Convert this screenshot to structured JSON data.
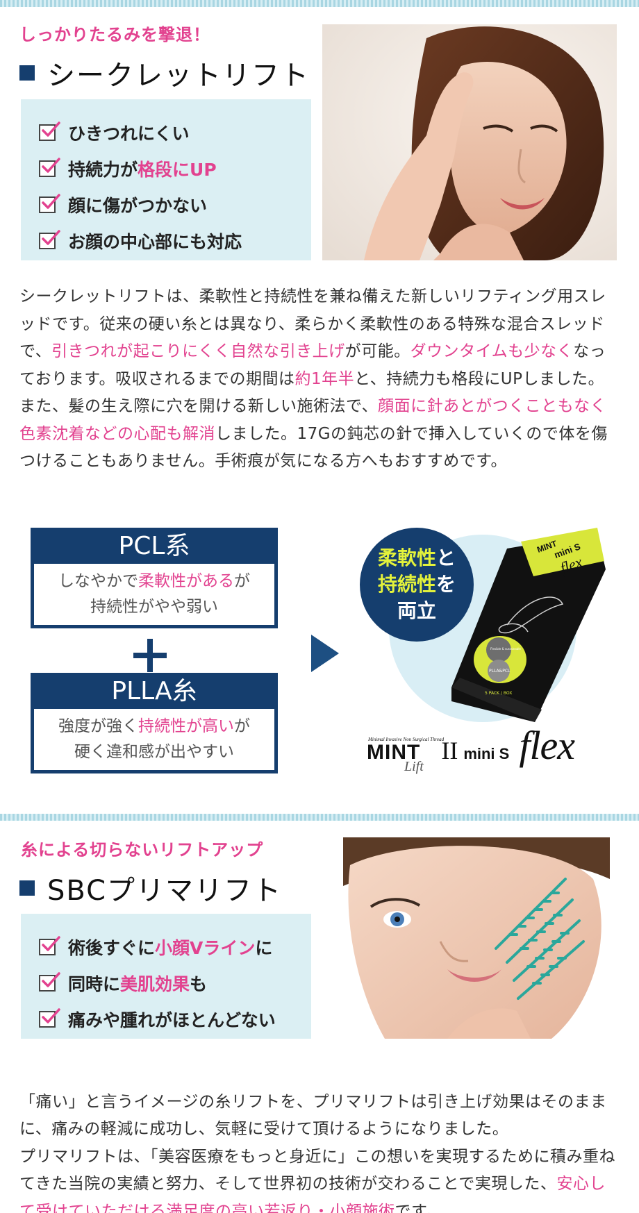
{
  "section1": {
    "kicker": "しっかりたるみを撃退！",
    "title": "シークレットリフト",
    "checks": [
      {
        "parts": [
          "ひきつれにくい",
          "",
          ""
        ]
      },
      {
        "parts": [
          "持続力が",
          "格段にUP",
          ""
        ]
      },
      {
        "parts": [
          "顔に傷がつかない",
          "",
          ""
        ]
      },
      {
        "parts": [
          "お顔の中心部にも対応",
          "",
          ""
        ]
      }
    ],
    "paragraph": [
      {
        "t": "シークレットリフトは、柔軟性と持続性を兼ね備えた新しいリフティング用スレッドです。従来の硬い糸とは異なり、柔らかく柔軟性のある特殊な混合スレッドで、",
        "h": false
      },
      {
        "t": "引きつれが起こりにくく自然な引き上げ",
        "h": true
      },
      {
        "t": "が可能。",
        "h": false
      },
      {
        "t": "ダウンタイムも少なく",
        "h": true
      },
      {
        "t": "なっております。吸収されるまでの期間は",
        "h": false
      },
      {
        "t": "約1年半",
        "h": true
      },
      {
        "t": "と、持続力も格段にUPしました。また、髪の生え際に穴を開ける新しい施術法で、",
        "h": false
      },
      {
        "t": "顔面に針あとがつくこともなく色素沈着などの心配も解消",
        "h": true
      },
      {
        "t": "しました。17Gの鈍芯の針で挿入していくので体を傷つけることもありません。手術痕が気になる方へもおすすめです。",
        "h": false
      }
    ]
  },
  "comparison": {
    "pcl": {
      "title": "PCL系",
      "line1": [
        "しなやかで",
        "柔軟性がある",
        "が"
      ],
      "line2": "持続性がやや弱い"
    },
    "plla": {
      "title": "PLLA糸",
      "line1": [
        "強度が強く",
        "持続性が高い",
        "が"
      ],
      "line2": "硬く違和感が出やすい"
    },
    "badge": {
      "line1": [
        "柔軟性",
        "と"
      ],
      "line2": [
        "持続性",
        "を"
      ],
      "line3": "両立"
    },
    "product_box": {
      "brand": "MINT",
      "sub": "mini S",
      "flex": "flex",
      "pack": "5 PACK / BOX",
      "circle1": "Flexible & sustainable",
      "circle2": "PLLA&PCL"
    },
    "brand": {
      "mint": "MINT",
      "lift": "Lift",
      "tagline": "Minimal Invasive Non Surgical Thread",
      "ii": "II",
      "mini": "mini S",
      "flex": "flex"
    }
  },
  "section2": {
    "kicker": "糸による切らないリフトアップ",
    "title": "SBCプリマリフト",
    "checks": [
      {
        "parts": [
          "術後すぐに",
          "小顔Vライン",
          "に"
        ]
      },
      {
        "parts": [
          "同時に",
          "美肌効果",
          "も"
        ]
      },
      {
        "parts": [
          "痛みや腫れがほとんどない",
          "",
          ""
        ]
      }
    ],
    "paragraph": [
      {
        "t": "「痛い」と言うイメージの糸リフトを、プリマリフトは引き上げ効果はそのままに、痛みの軽減に成功し、気軽に受けて頂けるようになりました。",
        "h": false
      },
      {
        "t": "\n",
        "h": false
      },
      {
        "t": "プリマリフトは、「美容医療をもっと身近に」この想いを実現するために積み重ねてきた当院の実績と努力、そして世界初の技術が交わることで実現した、",
        "h": false
      },
      {
        "t": "安心して受けていただける満足度の高い若返り・小顔施術",
        "h": true
      },
      {
        "t": "です。",
        "h": false
      }
    ]
  },
  "colors": {
    "accent_pink": "#e2428f",
    "navy": "#153e6e",
    "panel_blue": "#dbeff3",
    "product_yellow": "#d8e63a",
    "thread_teal": "#2aa79b"
  }
}
